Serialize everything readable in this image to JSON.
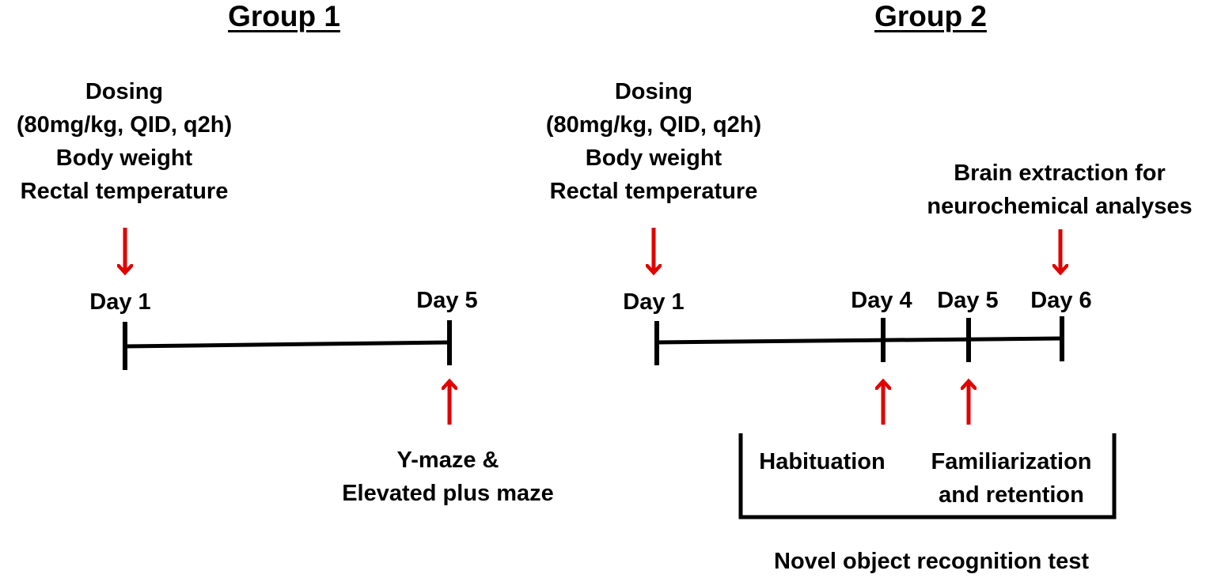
{
  "group1": {
    "title": "Group 1",
    "dosing": [
      "Dosing",
      "(80mg/kg, QID, q2h)",
      "Body weight",
      "Rectal temperature"
    ],
    "day_start": "Day 1",
    "day_end": "Day 5",
    "tests": [
      "Y-maze &",
      "Elevated plus maze"
    ]
  },
  "group2": {
    "title": "Group 2",
    "dosing": [
      "Dosing",
      "(80mg/kg, QID, q2h)",
      "Body weight",
      "Rectal temperature"
    ],
    "brain": [
      "Brain extraction for",
      "neurochemical analyses"
    ],
    "days": [
      "Day 1",
      "Day 4",
      "Day 5",
      "Day 6"
    ],
    "habituation": "Habituation",
    "familiarization": [
      "Familiarization",
      "and retention"
    ],
    "nor_test": "Novel object recognition test"
  },
  "colors": {
    "arrow": "#e00000",
    "line": "#000000",
    "text": "#000000"
  }
}
